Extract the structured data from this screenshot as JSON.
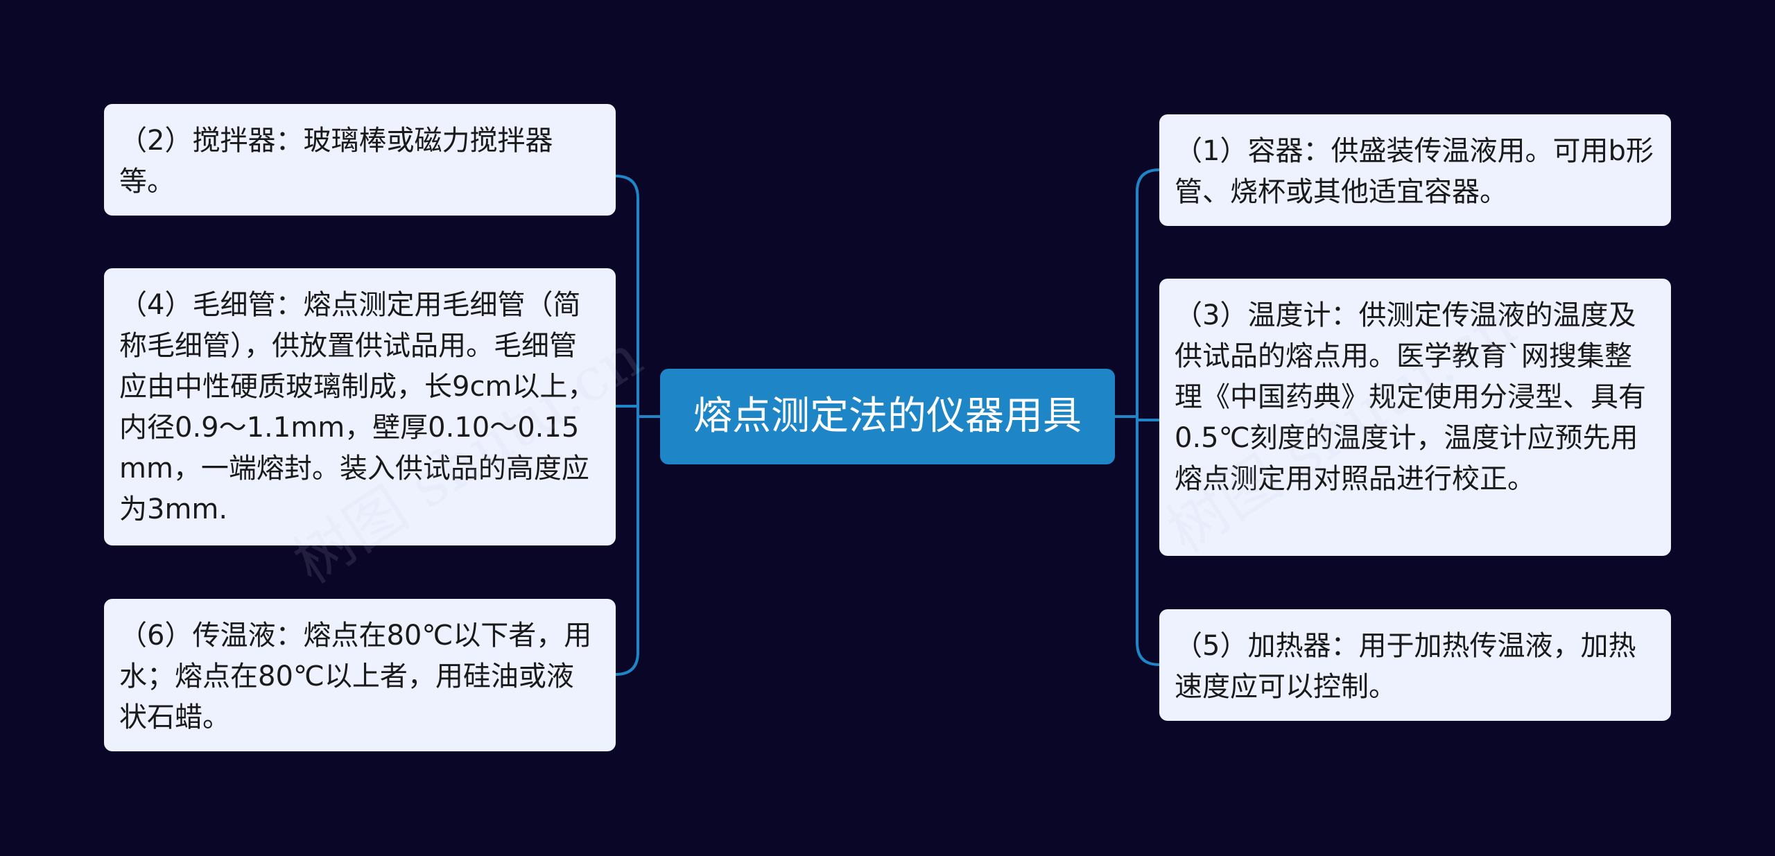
{
  "mindmap": {
    "central": "熔点测定法的仪器用具",
    "left": [
      {
        "label": "（2）搅拌器：玻璃棒或磁力搅拌器等。"
      },
      {
        "label": "（4）毛细管：熔点测定用毛细管（简称毛细管），供放置供试品用。毛细管应由中性硬质玻璃制成，长9cm以上，内径0.9～1.1mm，壁厚0.10～0.15mm，一端熔封。装入供试品的高度应为3mm."
      },
      {
        "label": "（6）传温液：熔点在80℃以下者，用水；熔点在80℃以上者，用硅油或液状石蜡。"
      }
    ],
    "right": [
      {
        "label": "（1）容器：供盛装传温液用。可用b形管、烧杯或其他适宜容器。"
      },
      {
        "label": "（3）温度计：供测定传温液的温度及供试品的熔点用。医学教育`网搜集整理《中国药典》规定使用分浸型、具有0.5℃刻度的温度计，温度计应预先用熔点测定用对照品进行校正。"
      },
      {
        "label": "（5）加热器：用于加热传温液，加热速度应可以控制。"
      }
    ]
  },
  "watermarks": [
    "树图 shutu.cn",
    "树图 shutu.cn"
  ],
  "colors": {
    "background": "#0a0628",
    "central": "#1e86c6",
    "node": "#eef2ff",
    "connector": "#1e86c6"
  }
}
